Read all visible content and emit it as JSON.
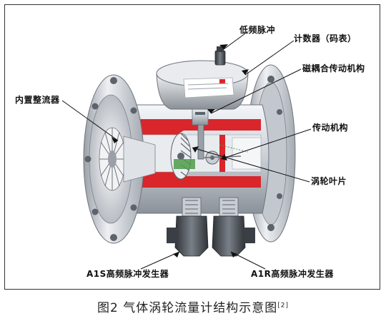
{
  "labels": {
    "low_freq_pulse": "低频脉冲",
    "counter": "计数器（码表）",
    "magnetic_coupling": "磁耦合传动机构",
    "built_in_straightener": "内置整流器",
    "transmission": "传动机构",
    "turbine_blade": "涡轮叶片",
    "a1s_generator": "A1S高频脉冲发生器",
    "a1r_generator": "A1R高频脉冲发生器"
  },
  "caption": {
    "text": "图2  气体涡轮流量计结构示意图",
    "ref": "[2]"
  },
  "colors": {
    "cutaway_red": "#d8262b",
    "metal_light": "#e6e9ee",
    "metal_mid": "#b9bec6",
    "metal_dark": "#5d636b",
    "leader_line": "#111111"
  }
}
